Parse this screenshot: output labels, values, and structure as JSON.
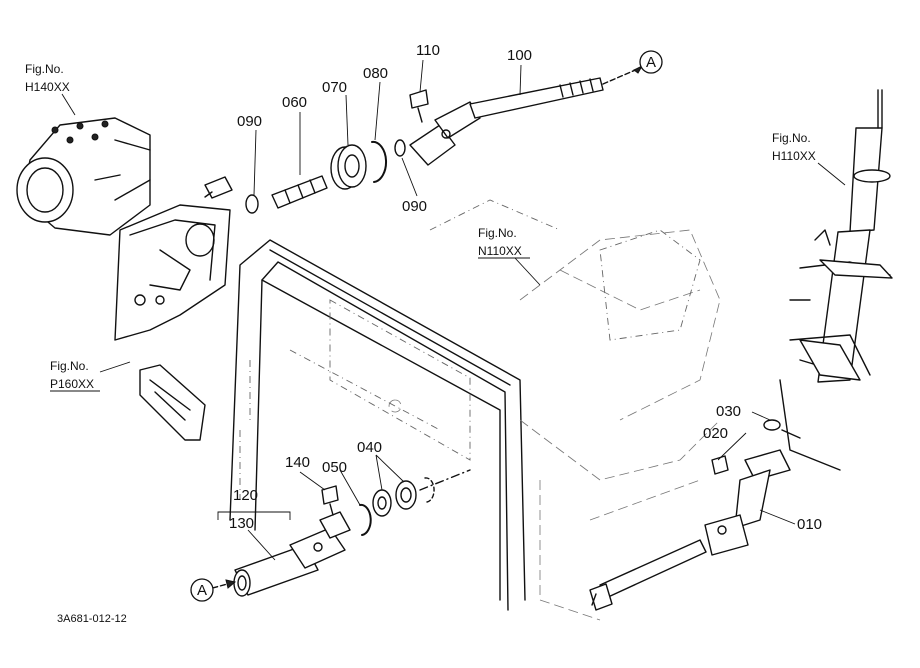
{
  "part_labels": {
    "p010": "010",
    "p020": "020",
    "p030": "030",
    "p040": "040",
    "p050": "050",
    "p060": "060",
    "p070": "070",
    "p080": "080",
    "p090a": "090",
    "p090b": "090",
    "p100": "100",
    "p110": "110",
    "p120": "120",
    "p130": "130",
    "p140": "140"
  },
  "fig_refs": {
    "h140": {
      "line1": "Fig.No.",
      "line2": "H140XX"
    },
    "h110": {
      "line1": "Fig.No.",
      "line2": "H110XX"
    },
    "n110": {
      "line1": "Fig.No.",
      "line2": "N110XX"
    },
    "p160": {
      "line1": "Fig.No.",
      "line2": "P160XX"
    }
  },
  "connectors": {
    "top": "A",
    "bottom": "A"
  },
  "drawing_code": "3A681-012-12"
}
